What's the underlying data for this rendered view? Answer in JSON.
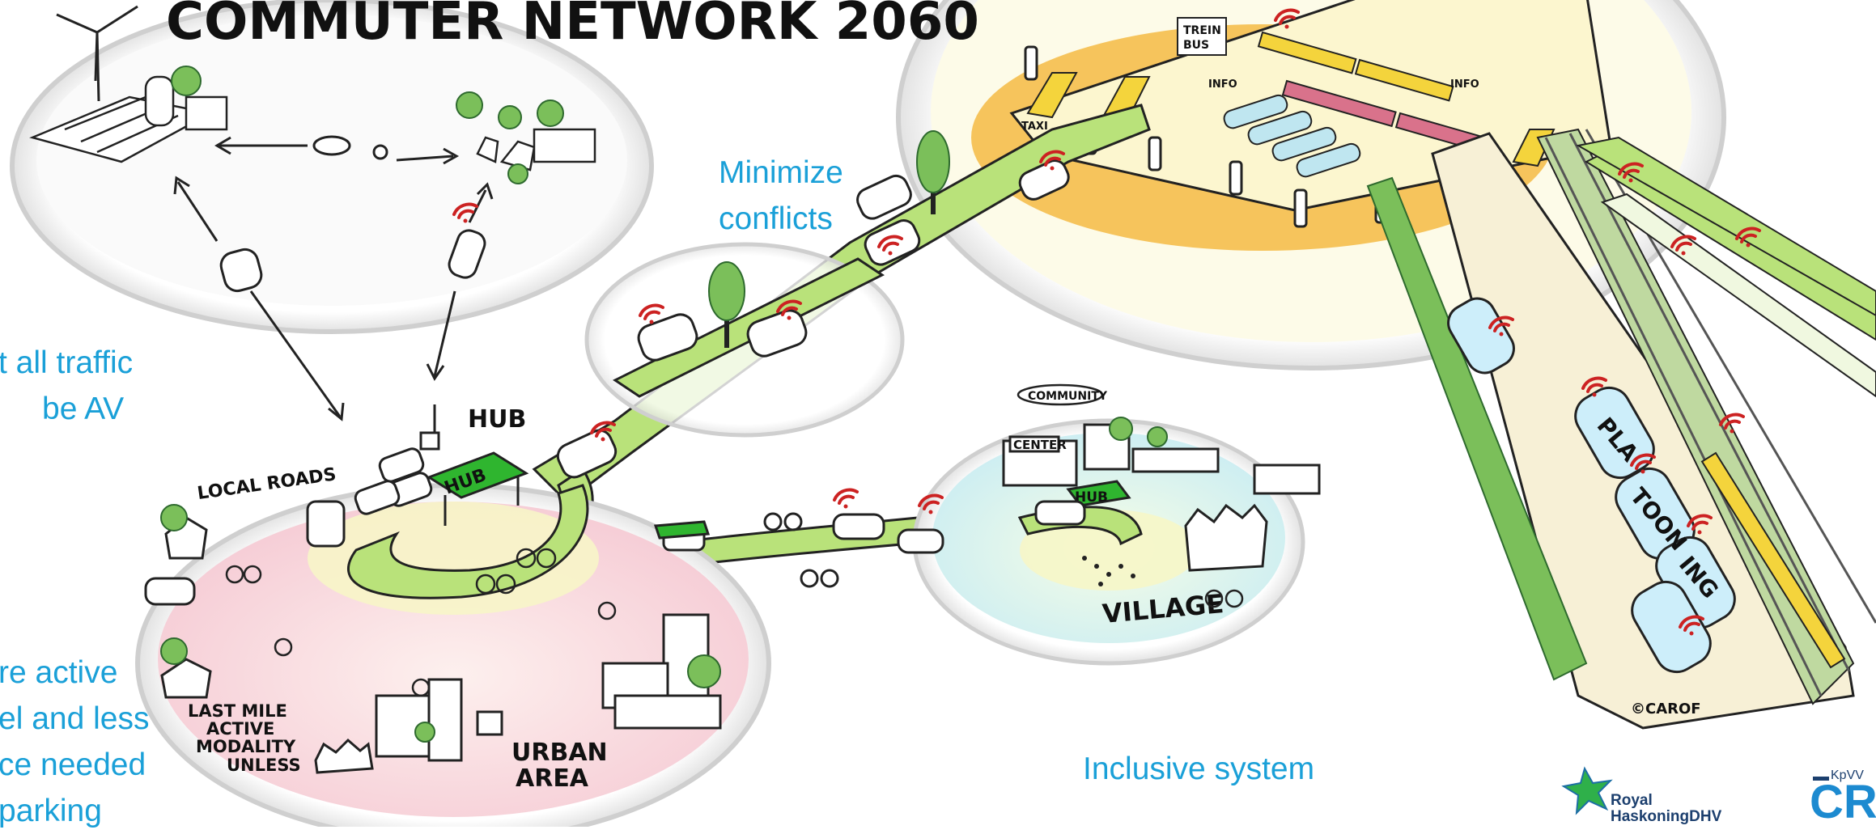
{
  "title": "COMMUTER NETWORK 2060",
  "captions": {
    "minimize_conflicts": [
      "Minimize",
      "conflicts"
    ],
    "not_all_traffic": [
      "t all traffic",
      "be AV"
    ],
    "more_active": [
      "re active",
      "el and less",
      "ce needed",
      "parking"
    ],
    "inclusive_system": "Inclusive system"
  },
  "sketch_labels": {
    "hub": "HUB",
    "hub_sign": "HUB",
    "hub_sign_village": "HUB",
    "local_roads": "LOCAL ROADS",
    "last_mile": [
      "LAST MILE",
      "ACTIVE",
      "MODALITY",
      "UNLESS"
    ],
    "urban_area": [
      "URBAN",
      "AREA"
    ],
    "community": "COMMUNITY",
    "center": "CENTER",
    "village": "VILLAGE",
    "trein_bus": [
      "TREIN",
      "BUS"
    ],
    "info": "INFO",
    "taxi": "TAXI",
    "platooning": [
      "PLA",
      "TOON",
      "ING"
    ],
    "signature": "©CAROF"
  },
  "logos": {
    "royal_haskoning": [
      "Royal",
      "HaskoningDHV"
    ],
    "crow_small": "KpVV",
    "crow": "CR"
  },
  "colors": {
    "road_green": "#b9e27a",
    "hub_green": "#2fb52f",
    "station_orange": "#f6c45c",
    "caption_blue": "#1aa0d8",
    "wifi_red": "#cc2222",
    "urban_pink": "#f8dbe0",
    "village_cyan": "#def5f6"
  }
}
